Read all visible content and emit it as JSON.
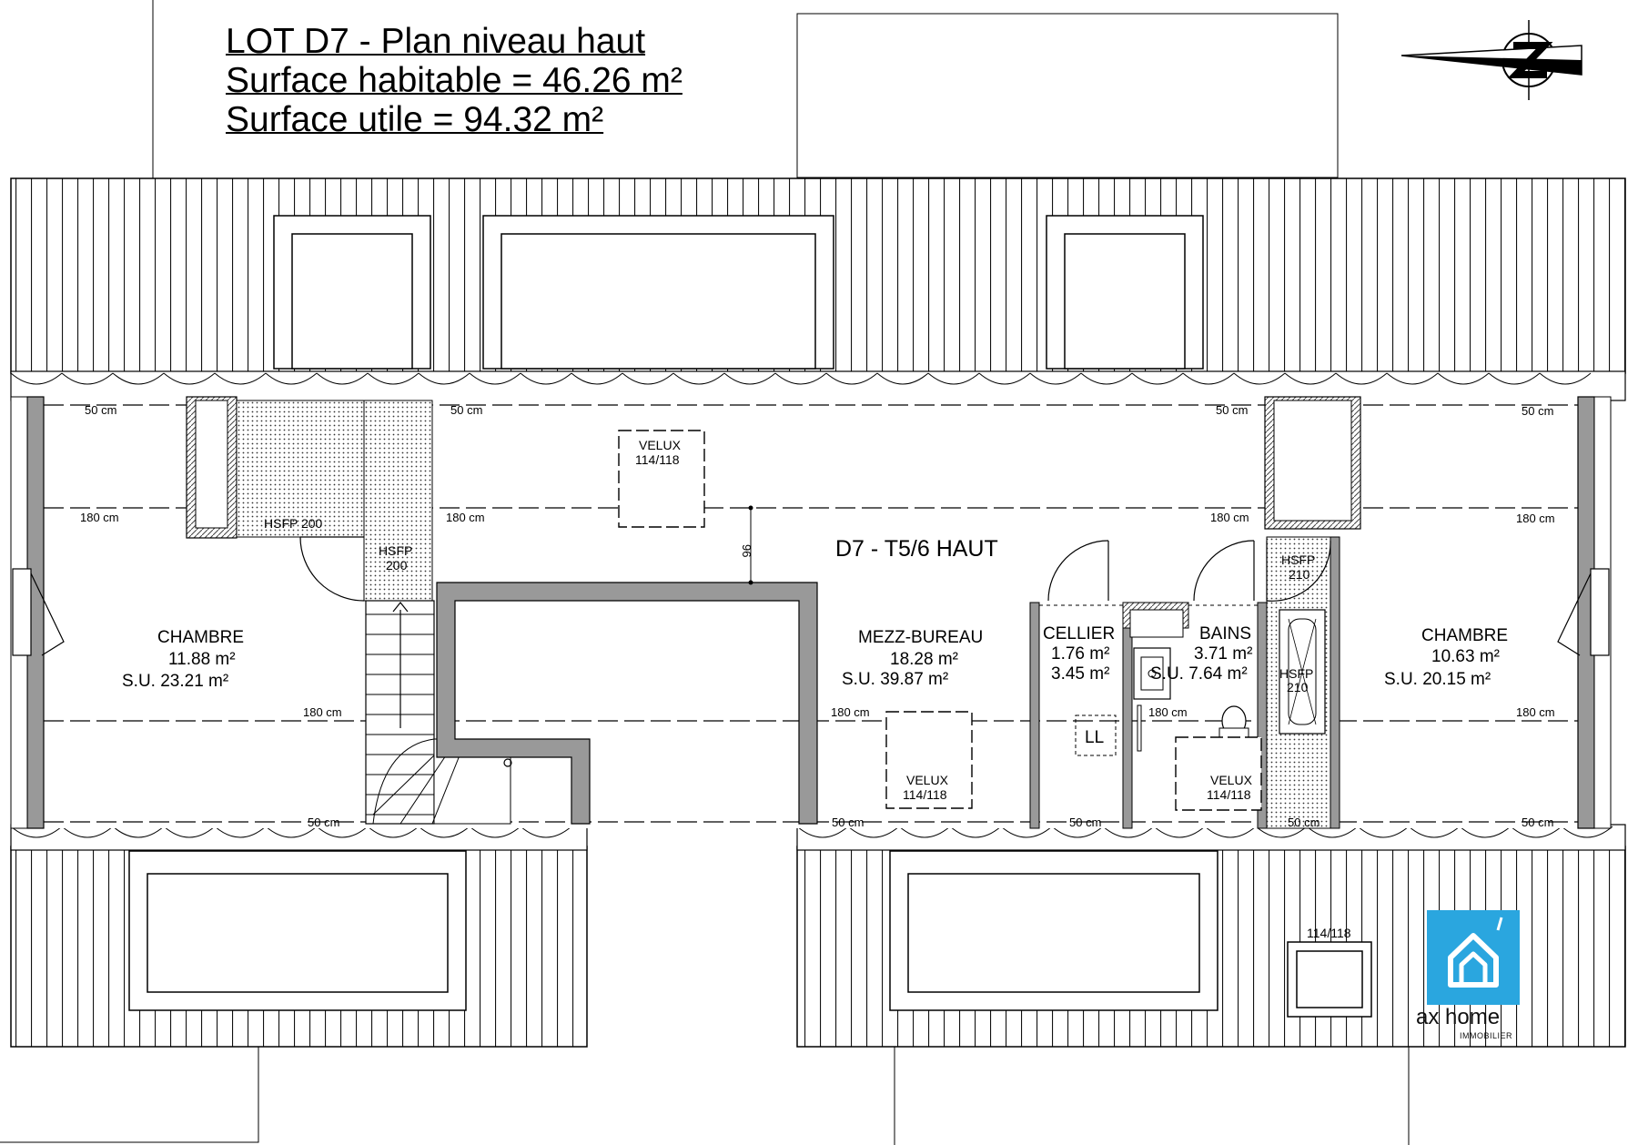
{
  "title": {
    "line1": "LOT D7 - Plan niveau haut",
    "line2": "Surface habitable = 46.26 m²",
    "line3": "Surface utile = 94.32 m²"
  },
  "apartment": "D7 - T5/6 HAUT",
  "rooms": {
    "chambre_left": {
      "name": "CHAMBRE",
      "area": "11.88 m²",
      "su": "S.U.  23.21 m²"
    },
    "mezz": {
      "name": "MEZZ-BUREAU",
      "area": "18.28 m²",
      "su": "S.U.  39.87 m²"
    },
    "cellier": {
      "name": "CELLIER",
      "area": "1.76 m²",
      "su": "3.45 m²"
    },
    "bains": {
      "name": "BAINS",
      "area": "3.71 m²",
      "su": "S.U.  7.64 m²"
    },
    "chambre_right": {
      "name": "CHAMBRE",
      "area": "10.63 m²",
      "su": "S.U.  20.15 m²"
    }
  },
  "dims": {
    "d50": "50 cm",
    "d180": "180 cm",
    "d96": "96"
  },
  "labels": {
    "velux": "VELUX",
    "velux_size": "114/118",
    "hsfp": "HSFP",
    "h200": "200",
    "h210": "210",
    "hsfp200": "HSFP  200",
    "ll": "LL"
  },
  "logo": {
    "name": "ax home",
    "sub": "IMMOBILIER",
    "color": "#2aa6df"
  }
}
